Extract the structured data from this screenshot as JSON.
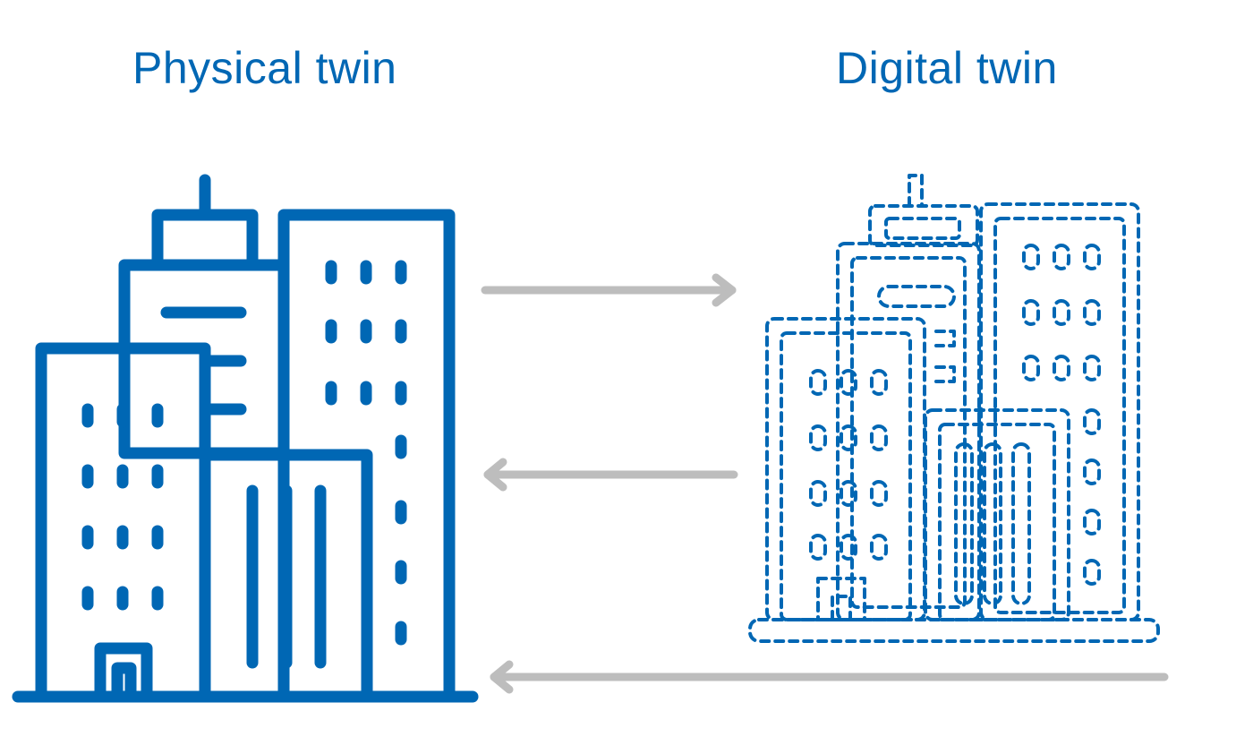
{
  "titles": {
    "physical": "Physical twin",
    "digital": "Digital twin"
  },
  "colors": {
    "primary": "#0067b4",
    "arrow": "#bdbdbd",
    "background": "#ffffff"
  },
  "arrows": [
    {
      "name": "physical-to-digital-arrow",
      "direction": "right"
    },
    {
      "name": "digital-to-physical-arrow",
      "direction": "left"
    },
    {
      "name": "feedback-arrow",
      "direction": "left"
    }
  ],
  "icons": {
    "physical": "city-buildings-icon",
    "digital": "dashed-city-buildings-icon"
  }
}
